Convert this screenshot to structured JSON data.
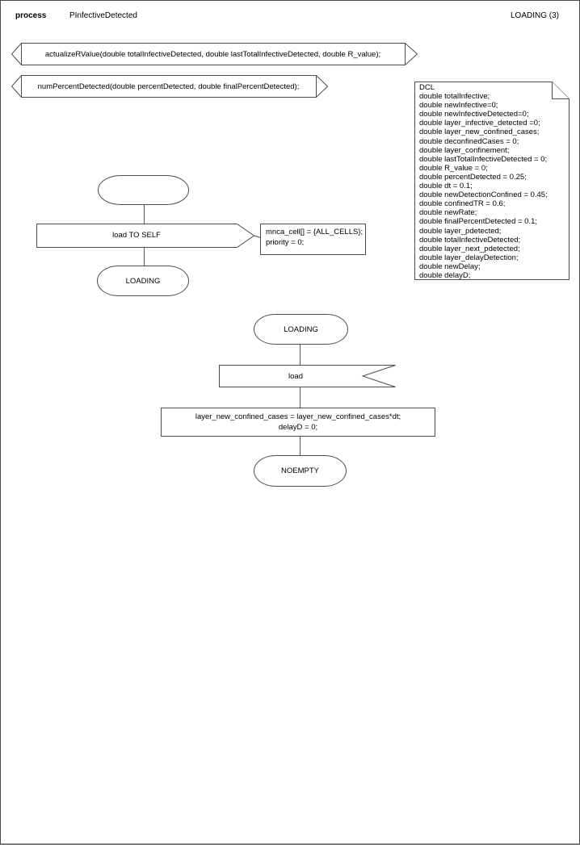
{
  "header": {
    "kind_label": "process",
    "name": "PInfectiveDetected",
    "state_label": "LOADING (3)"
  },
  "procedures": [
    {
      "signature": "actualizeRValue(double totalInfectiveDetected, double lastTotalInfectiveDetected, double R_value);"
    },
    {
      "signature": "numPercentDetected(double percentDetected, double finalPercentDetected);"
    }
  ],
  "declarations": {
    "lines": [
      "DCL",
      "double totalInfective;",
      "double newInfective=0;",
      "double newInfectiveDetected=0;",
      "double layer_infective_detected =0;",
      "double layer_new_confined_cases;",
      "double deconfinedCases = 0;",
      "double layer_confinement;",
      "double lastTotalInfectiveDetected = 0;",
      "double R_value = 0;",
      "double percentDetected = 0.25;",
      "double dt = 0.1;",
      "double newDetectionConfined = 0.45;",
      "double confinedTR = 0.6;",
      "double newRate;",
      "double finalPercentDetected = 0.1;",
      "double layer_pdetected;",
      "double totalInfectiveDetected;",
      "double layer_next_pdetected;",
      "double layer_delayDetection;",
      "double newDelay;",
      "double delayD;"
    ]
  },
  "flow1": {
    "output_label": "load TO SELF",
    "comment_lines": [
      "mnca_cell[] = {ALL_CELLS};",
      "priority = 0;"
    ],
    "next_state": "LOADING"
  },
  "flow2": {
    "state": "LOADING",
    "input_label": "load",
    "task_lines": [
      "layer_new_confined_cases = layer_new_confined_cases*dt;",
      "delayD = 0;"
    ],
    "next_state": "NOEMPTY"
  },
  "colors": {
    "line": "#4d4d4d",
    "text": "#000000",
    "background": "#ffffff"
  }
}
